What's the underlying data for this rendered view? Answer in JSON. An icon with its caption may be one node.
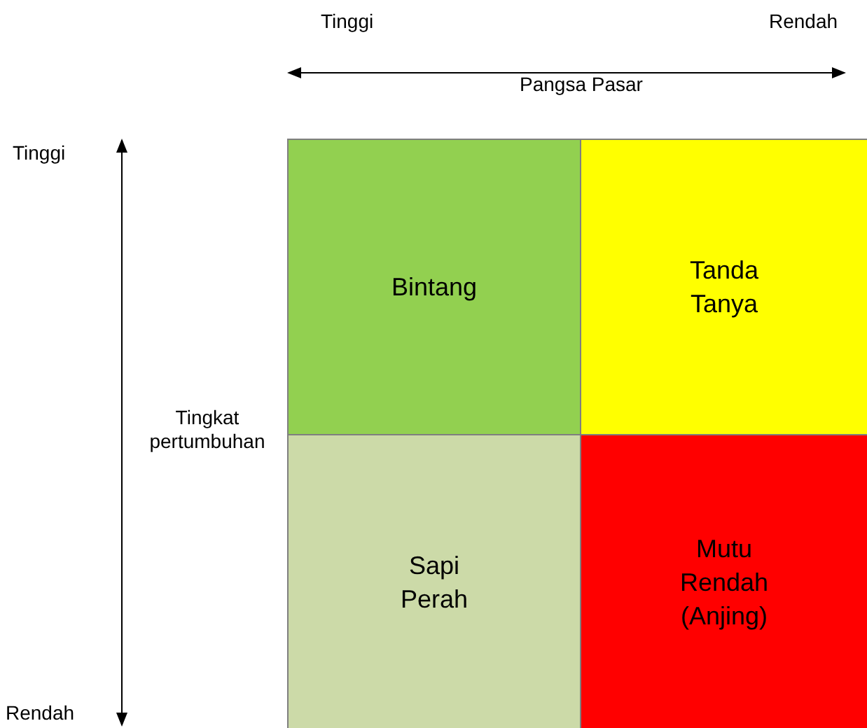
{
  "diagram": {
    "nodes": [
      {
        "text": [
          "Bintang"
        ]
      },
      {
        "text": [
          "Tanda Tanya"
        ]
      },
      {
        "text": [
          "Sapi Perah"
        ]
      },
      {
        "text": [
          "Mutu Rendah (Anjing)"
        ]
      }
    ],
    "labels": [
      "Tinggi",
      "Rendah",
      "Pangsa Pasar",
      "Tinggi",
      "Tingkat pertumbuhan",
      "Rendah"
    ]
  }
}
